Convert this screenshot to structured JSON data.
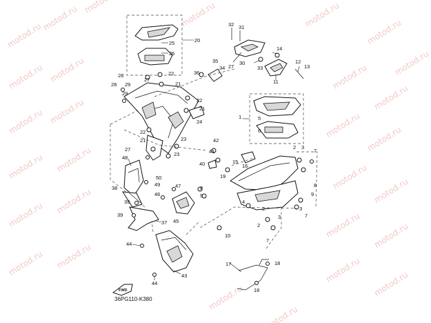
{
  "watermark": "motod.ru",
  "catalog_code": "36PG110-K380",
  "fwd_label": "FWD",
  "callouts": {
    "c32": "32",
    "c31": "31",
    "c30": "30",
    "c33": "33",
    "c14": "14",
    "c12": "12",
    "c13": "13",
    "c11": "11",
    "c20": "20",
    "c25": "25",
    "c26": "26",
    "c35": "35",
    "c34": "34",
    "c27a": "27",
    "c36": "36",
    "c28a": "28",
    "c29a": "29",
    "c22a": "22",
    "c27b": "27",
    "c21a": "21",
    "c28b": "28",
    "c29b": "29",
    "c22b": "22",
    "c21b": "21",
    "c24": "24",
    "c22c": "22",
    "c21c": "21",
    "c23a": "23",
    "c23b": "23",
    "c27c": "27",
    "c48": "48",
    "c50": "50",
    "c49": "49",
    "c1": "1",
    "c5": "5",
    "c6": "6",
    "c42": "42",
    "c41": "41",
    "c40": "40",
    "c15": "15",
    "c16": "16",
    "c19": "19",
    "c2a": "2",
    "c3a": "3",
    "c7a": "7",
    "c8a": "8",
    "c9a": "9",
    "c38": "38",
    "c47": "47",
    "c46": "46",
    "c39a": "39",
    "c39b": "39",
    "c37": "37",
    "c45": "45",
    "c8b": "8",
    "c9b": "9",
    "c4": "4",
    "c2b": "2",
    "c3b": "3",
    "c3c": "3",
    "c10": "10",
    "c7b": "7",
    "c7c": "7",
    "c2c": "2",
    "c44a": "44",
    "c44b": "44",
    "c43": "43",
    "c17": "17",
    "c18a": "18",
    "c18b": "18"
  }
}
